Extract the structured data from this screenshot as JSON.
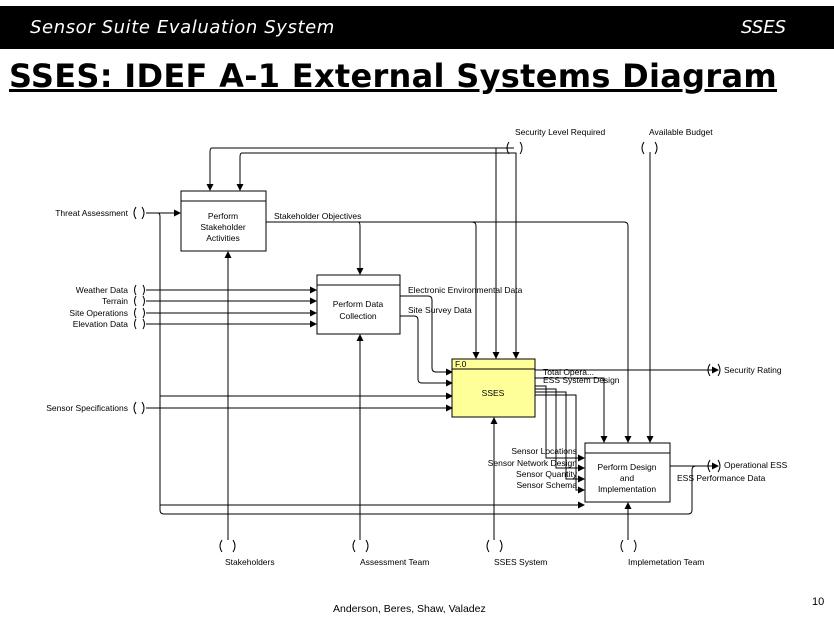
{
  "header": {
    "left": "Sensor Suite Evaluation System",
    "right": "SSES"
  },
  "title": "SSES: IDEF A-1 External Systems Diagram",
  "diagram": {
    "boxes": {
      "stakeholder": [
        "Perform",
        "Stakeholder",
        "Activities"
      ],
      "datacollection": [
        "Perform Data",
        "Collection"
      ],
      "sses_node": "F.0",
      "sses": "SSES",
      "design": [
        "Perform Design",
        "and",
        "Implementation"
      ]
    },
    "inputs": {
      "threat": "Threat Assessment",
      "weather": "Weather Data",
      "terrain": "Terrain",
      "siteops": "Site Operations",
      "elevation": "Elevation Data",
      "sensorspecs": "Sensor Specifications"
    },
    "controls": {
      "security": "Security Level Required",
      "budget": "Available Budget"
    },
    "mechanisms": {
      "stakeholders": "Stakeholders",
      "assessment": "Assessment Team",
      "ssessystem": "SSES System",
      "implementation": "Implemetation Team"
    },
    "flows": {
      "objectives": "Stakeholder Objectives",
      "envdata": "Electronic Environmental Data",
      "sitesurvey": "Site Survey Data",
      "totalops": "Total Opera...",
      "esssystem": "ESS System Design",
      "locations": "Sensor Locations",
      "network": "Sensor Network Design",
      "quantity": "Sensor Quantity",
      "schema": "Sensor Schema",
      "performance": "ESS Performance Data"
    },
    "outputs": {
      "securityrating": "Security Rating",
      "operational": "Operational ESS"
    }
  },
  "footer": {
    "authors": "Anderson, Beres, Shaw, Valadez",
    "page": "10"
  },
  "colors": {
    "header_bg": "#000000",
    "sses_box": "#ffff99"
  }
}
